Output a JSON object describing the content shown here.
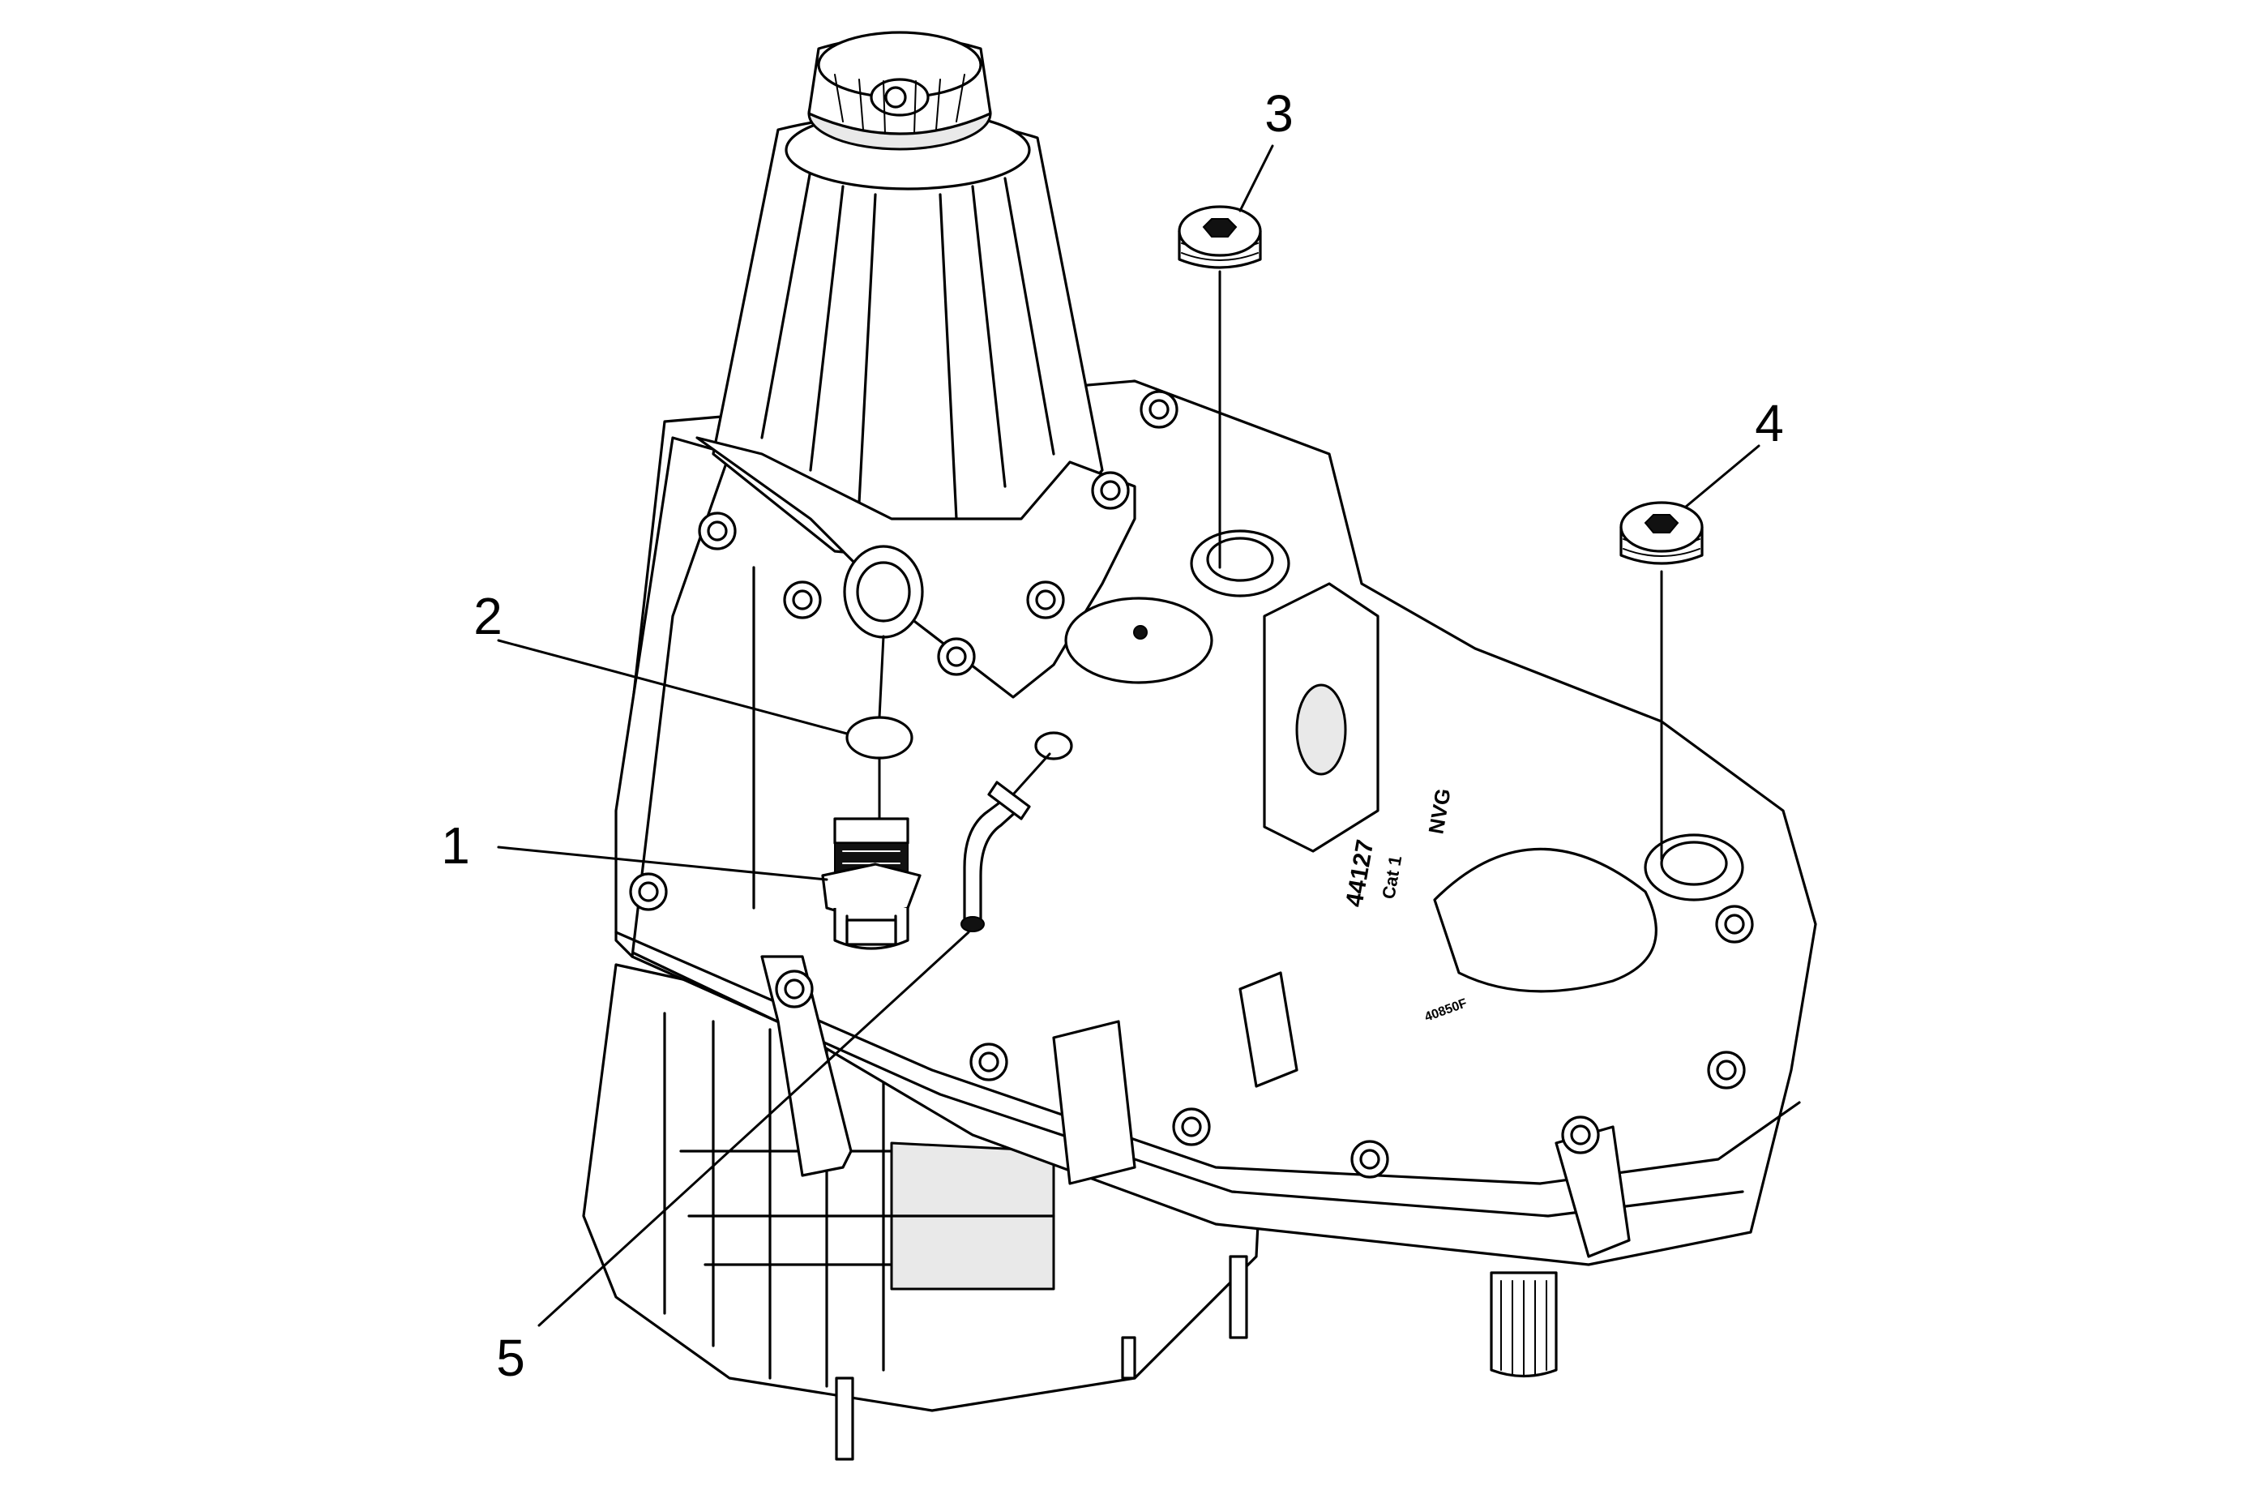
{
  "callouts": [
    {
      "id": 1,
      "label": "1"
    },
    {
      "id": 2,
      "label": "2"
    },
    {
      "id": 3,
      "label": "3"
    },
    {
      "id": 4,
      "label": "4"
    },
    {
      "id": 5,
      "label": "5"
    }
  ],
  "case_markings": {
    "part_number": "44127",
    "line2": "Cat 1",
    "logo": "NVG",
    "small": "40850F"
  }
}
